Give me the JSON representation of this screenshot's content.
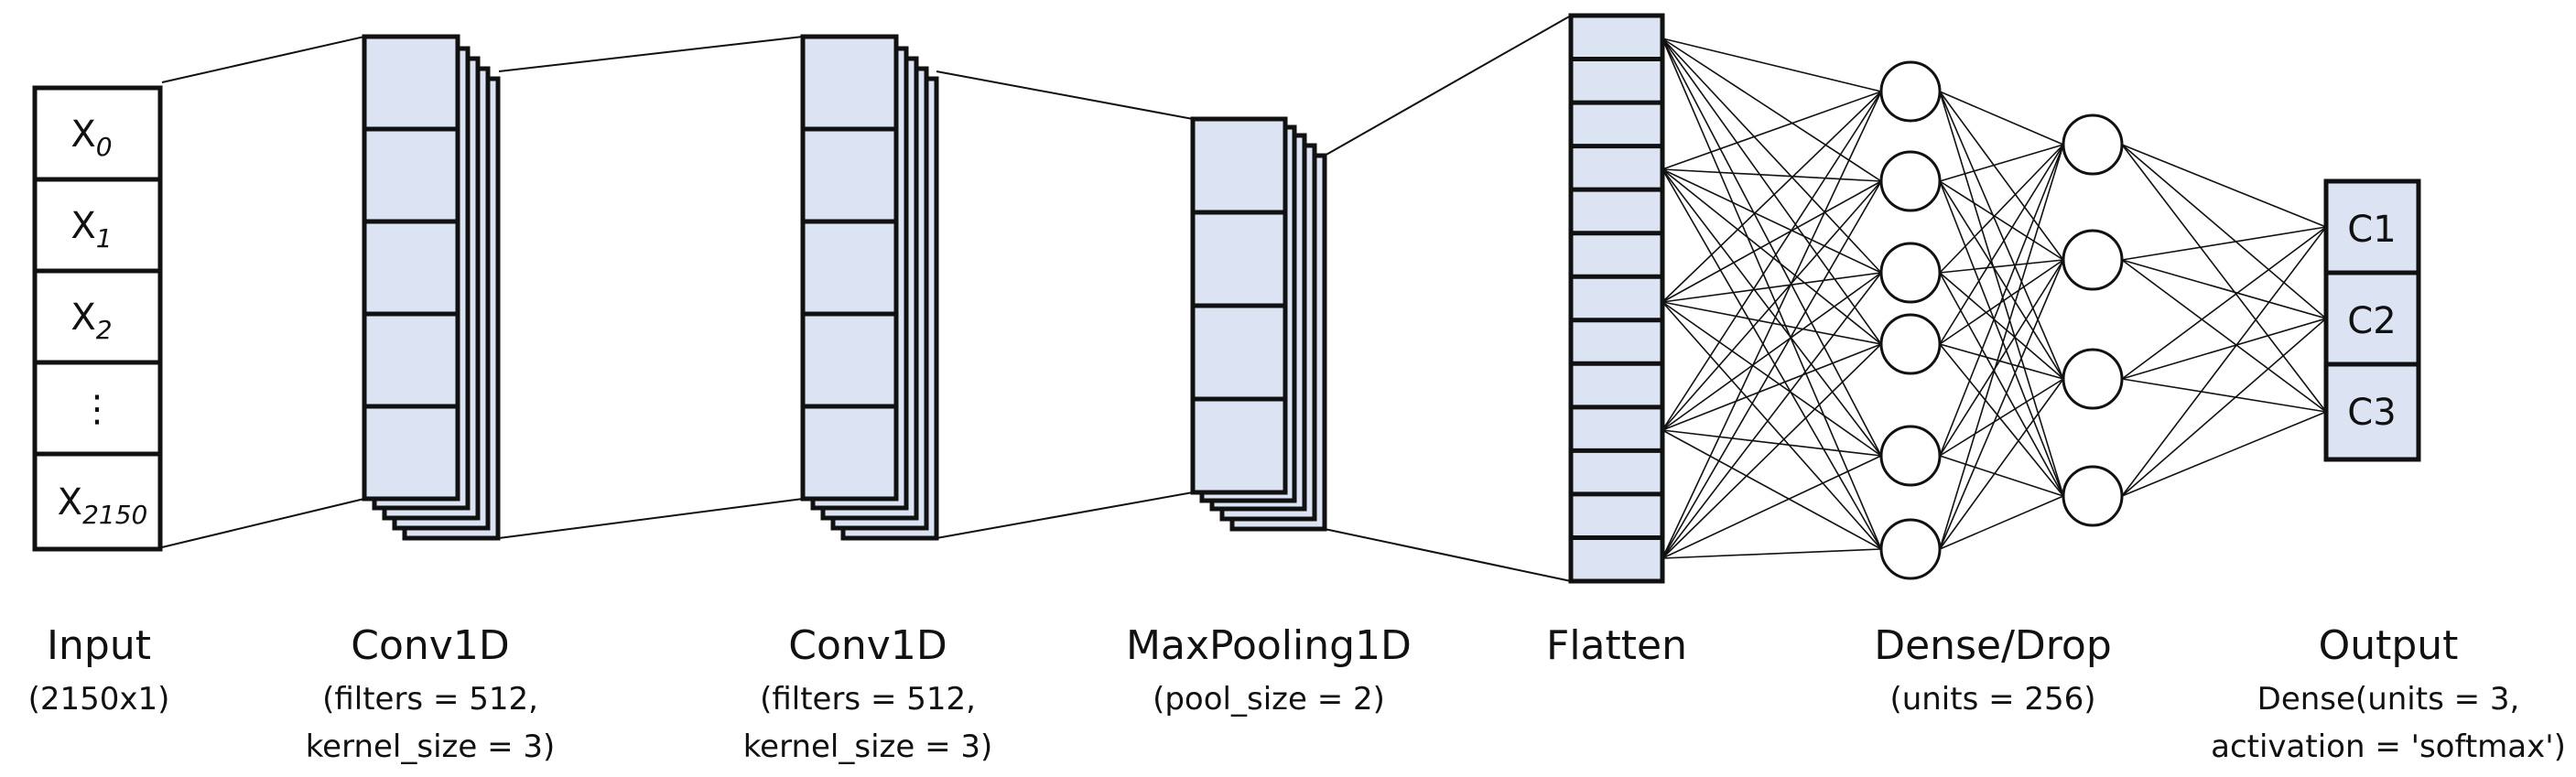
{
  "input": {
    "cells": [
      {
        "base": "X",
        "sub": "0"
      },
      {
        "base": "X",
        "sub": "1"
      },
      {
        "base": "X",
        "sub": "2"
      },
      {
        "base": "⋮",
        "sub": ""
      },
      {
        "base": "X",
        "sub": "2150"
      }
    ]
  },
  "output": {
    "cells": [
      "C1",
      "C2",
      "C3"
    ]
  },
  "labels": [
    {
      "title": "Input",
      "lines": [
        "(2150x1)"
      ]
    },
    {
      "title": "Conv1D",
      "lines": [
        "(filters = 512,",
        "kernel_size = 3)"
      ]
    },
    {
      "title": "Conv1D",
      "lines": [
        "(filters = 512,",
        "kernel_size = 3)"
      ]
    },
    {
      "title": "MaxPooling1D",
      "lines": [
        "(pool_size = 2)"
      ]
    },
    {
      "title": "Flatten",
      "lines": []
    },
    {
      "title": "Dense/Drop",
      "lines": [
        "(units = 256)"
      ]
    },
    {
      "title": "Output",
      "lines": [
        "Dense(units = 3,",
        "activation = 'softmax')"
      ]
    }
  ],
  "colors": {
    "feature_fill": "#dce3f3",
    "stroke": "#111111"
  }
}
